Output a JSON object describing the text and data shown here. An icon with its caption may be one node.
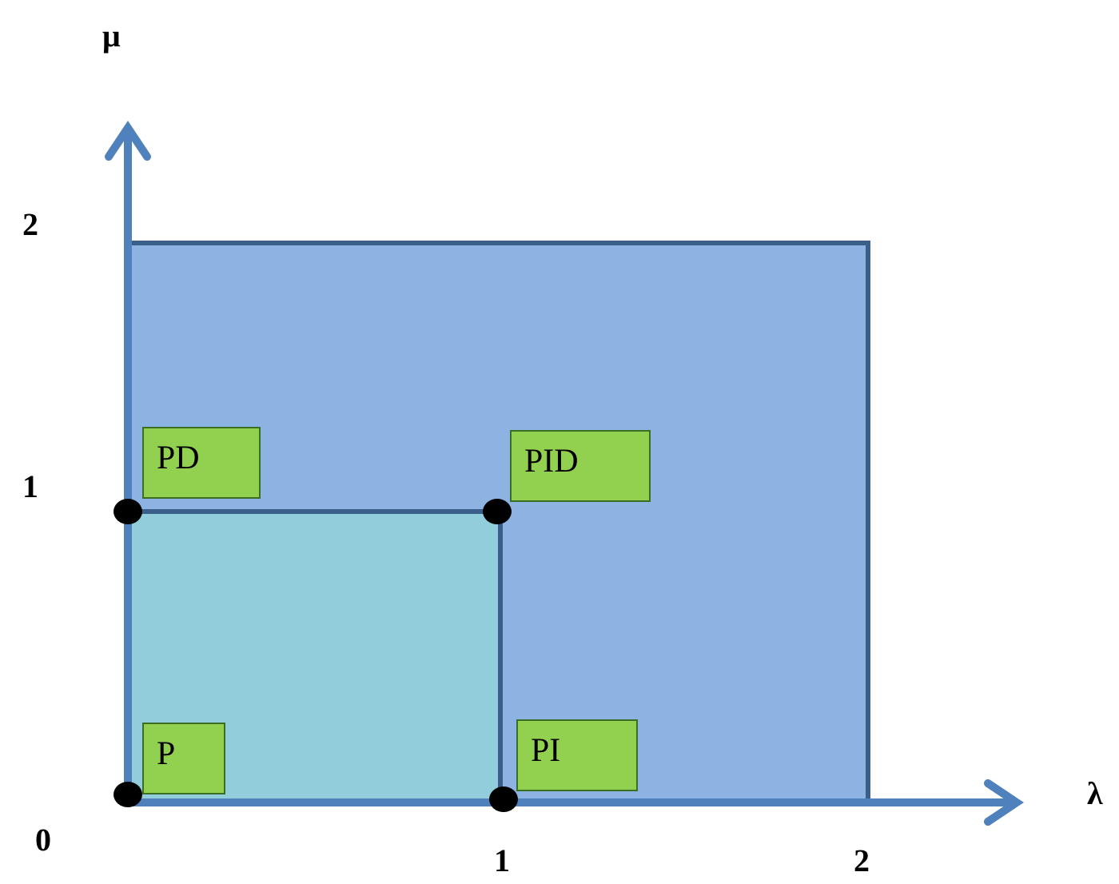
{
  "diagram": {
    "nodes": [
      {
        "text": [
          "PD"
        ]
      },
      {
        "text": [
          "PID"
        ]
      },
      {
        "text": [
          "P"
        ]
      },
      {
        "text": [
          "PI"
        ]
      }
    ],
    "labels": [
      "μ",
      "2",
      "1",
      "λ",
      "0",
      "1",
      "2"
    ]
  }
}
